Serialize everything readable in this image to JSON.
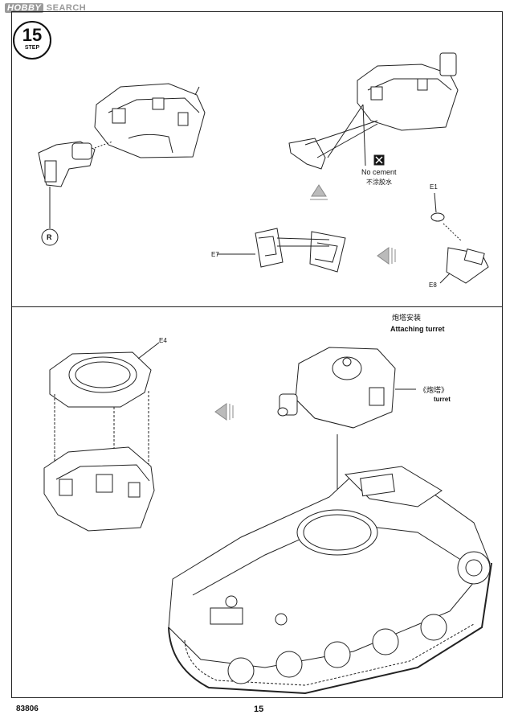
{
  "watermark": {
    "logo": "HΟBBY",
    "text": "SEARCH"
  },
  "step": {
    "number": "15",
    "label": "STEP"
  },
  "top_panel": {
    "callout_r": "R",
    "no_cement_en": "No cement",
    "no_cement_cn": "不涂胶水",
    "part_e1": "E1",
    "part_e7": "E7",
    "part_e8": "E8"
  },
  "bottom_panel": {
    "part_e4": "E4",
    "heading_cn": "炮塔安装",
    "heading_en": "Attaching turret",
    "turret_cn": "《炮塔》",
    "turret_en": "turret"
  },
  "footer": {
    "kit_code": "83806",
    "page_number": "15"
  }
}
